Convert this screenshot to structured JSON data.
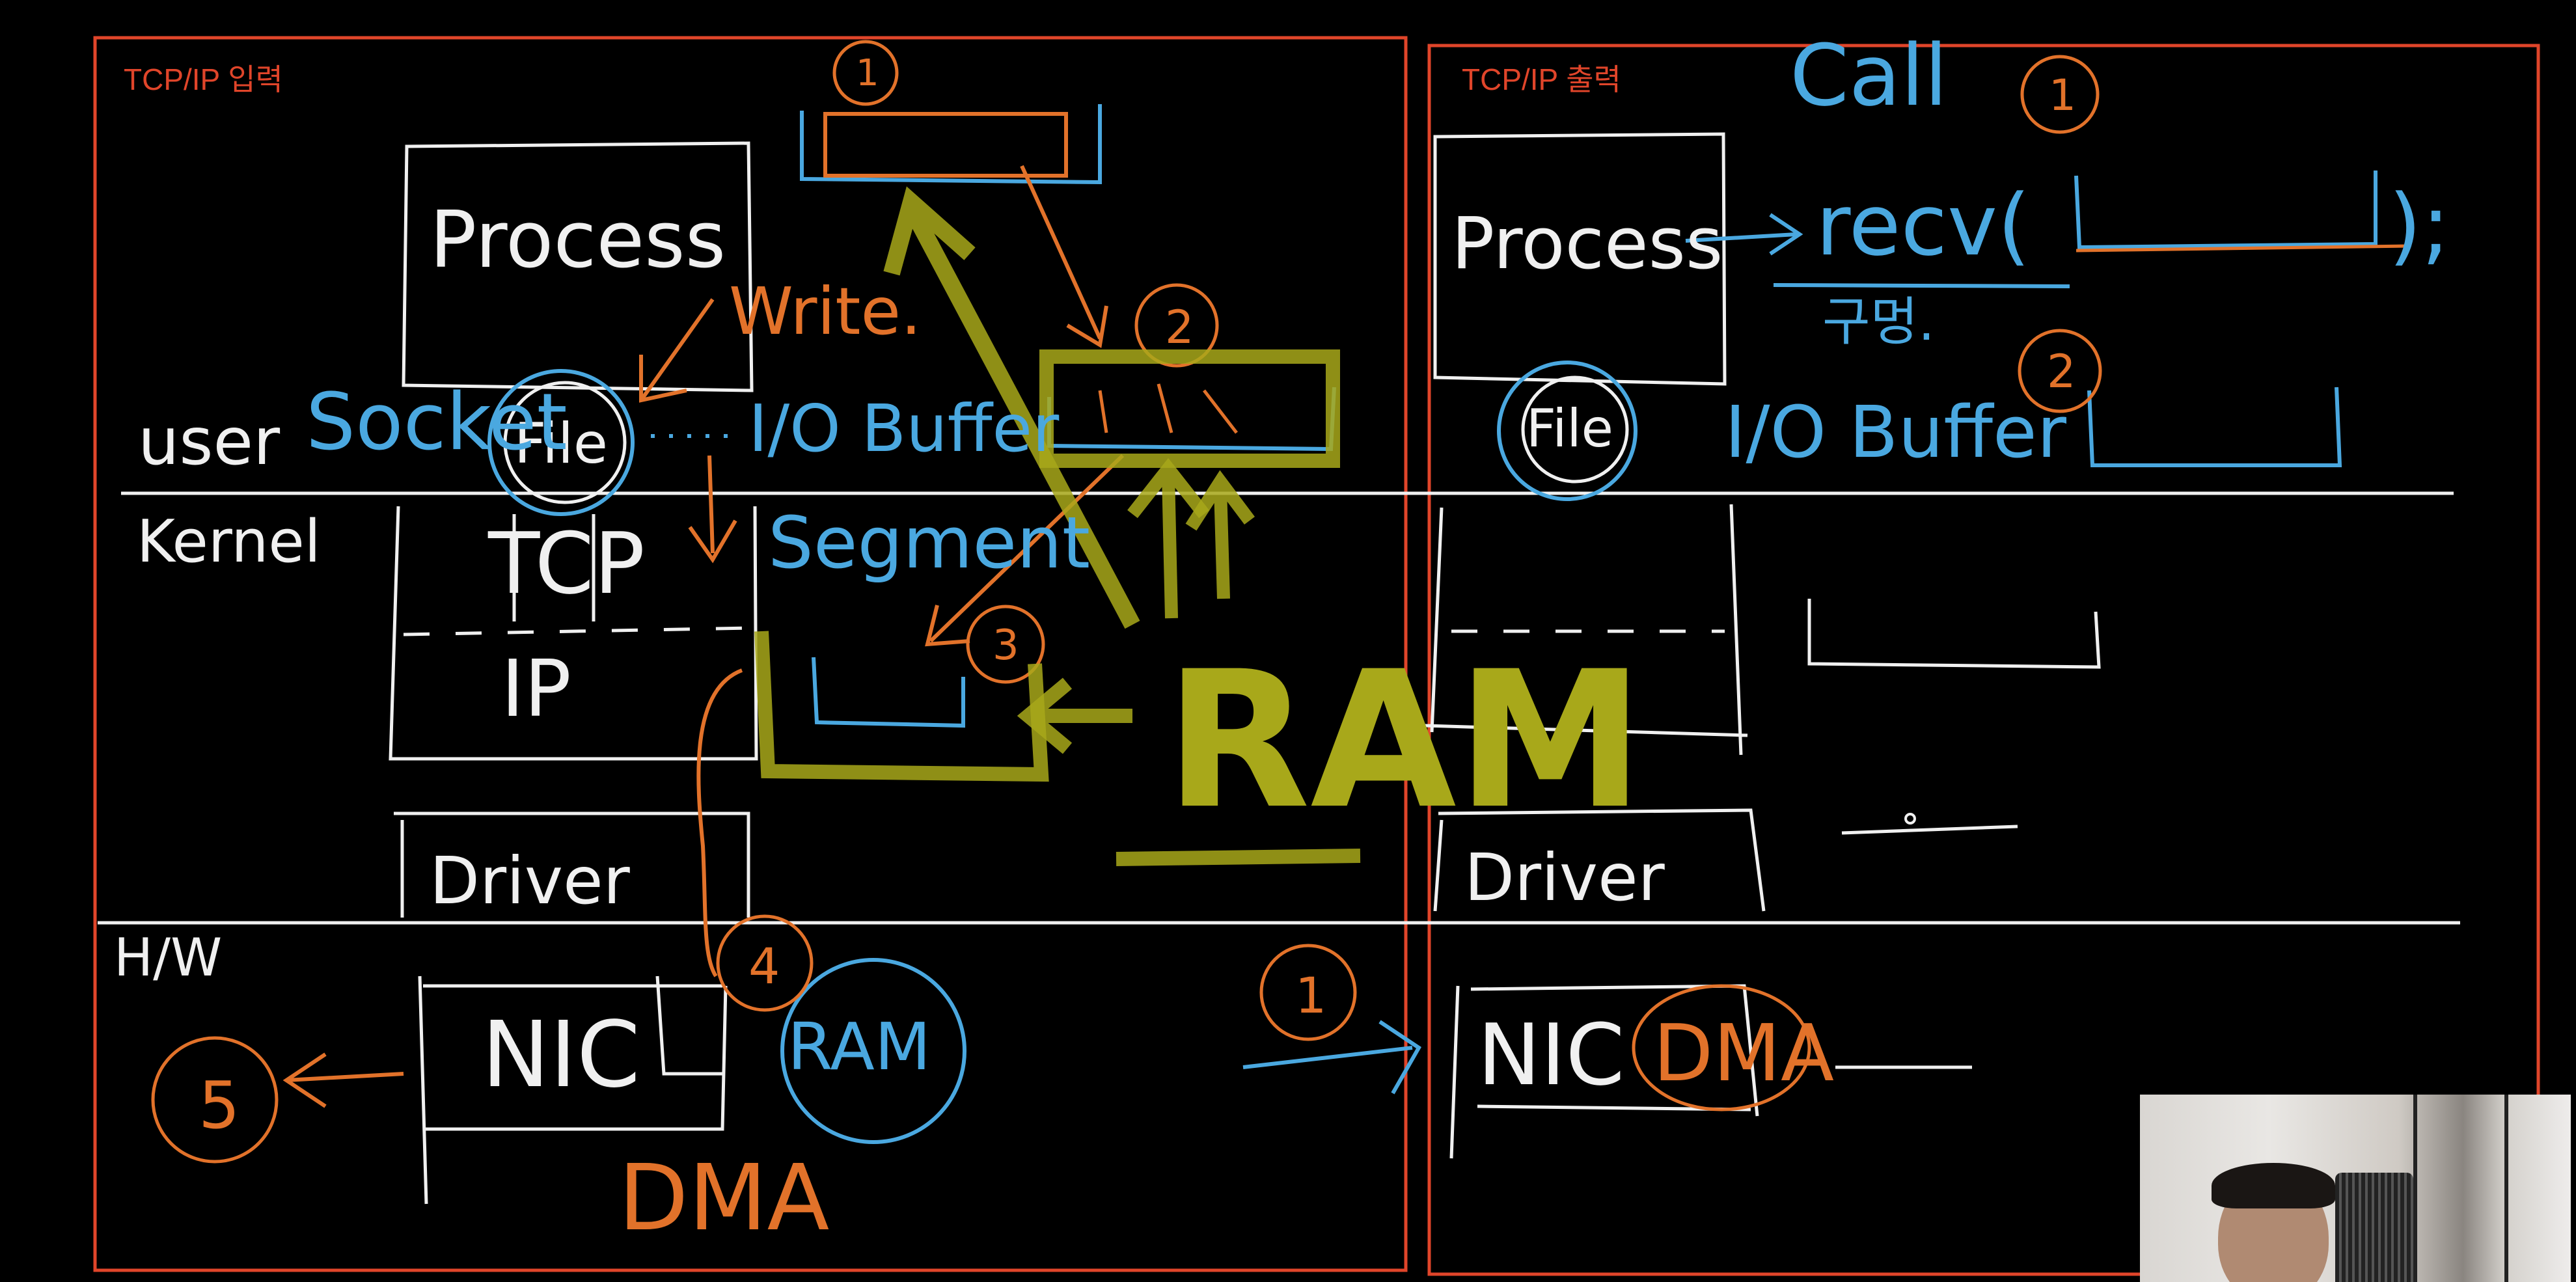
{
  "panels": {
    "left_title": "TCP/IP 입력",
    "right_title": "TCP/IP 출력"
  },
  "labels": {
    "process": "Process",
    "write": "Write.",
    "user": "user",
    "socket": "Socket",
    "file": "File",
    "io_buffer": "I/O Buffer",
    "kernel": "Kernel",
    "tcp": "TCP",
    "ip": "IP",
    "segment": "Segment",
    "driver_left": "Driver",
    "driver_right": "Driver",
    "ram_big": "RAM",
    "hw": "H/W",
    "nic_left": "NIC",
    "nic_right": "NIC",
    "ram_circle": "RAM",
    "dma_left": "DMA",
    "dma_right": "DMA",
    "call": "Call",
    "recv": "recv(",
    "recv_close": ");",
    "korean_under_recv": "구멍.",
    "io_buffer_right": "I/O Buffer",
    "file_right": "File"
  },
  "step_numbers": {
    "left_1": "1",
    "left_2": "2",
    "left_3": "3",
    "left_4": "4",
    "left_5": "5",
    "mid_1": "1",
    "right_1": "1",
    "right_2": "2"
  },
  "colors": {
    "frame": "#e0452a",
    "chalk": "#f0f0f0",
    "blue": "#4aa8e0",
    "orange": "#e2722a",
    "yellow": "#a8a81a"
  }
}
